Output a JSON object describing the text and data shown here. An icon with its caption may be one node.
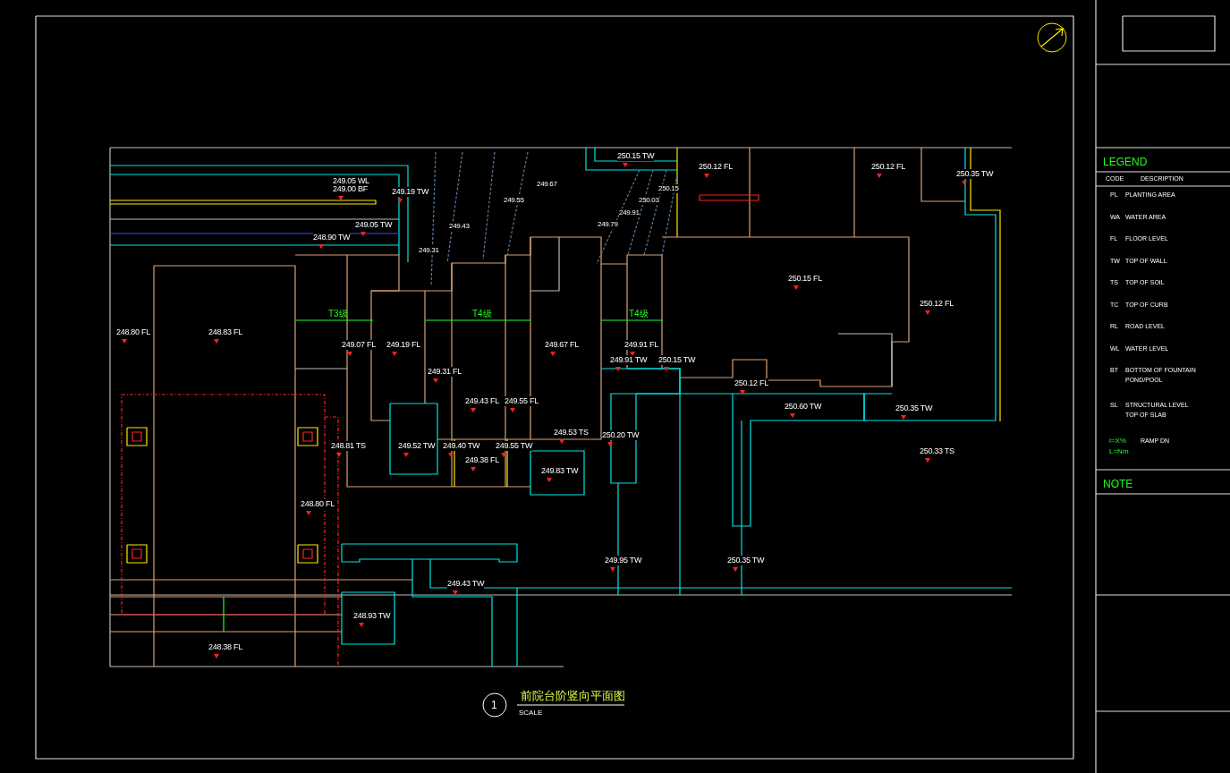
{
  "diagram": {
    "title": "前院台阶竖向平面图",
    "labels": [
      "250.15 TW",
      "250.12 FL",
      "250.12 FL",
      "250.35 TW",
      "249.05 WL",
      "249.00 BF",
      "249.19 TW",
      "249.67",
      "249.55",
      "250.15",
      "250.03",
      "249.91",
      "249.05 TW",
      "249.43",
      "249.79",
      "248.90 TW",
      "249.31",
      "T3级",
      "T4级",
      "T4级",
      "250.15 FL",
      "250.12 FL",
      "248.80 FL",
      "248.83 FL",
      "249.07 FL",
      "249.19 FL",
      "249.67 FL",
      "249.91 FL",
      "249.91 TW",
      "250.15 TW",
      "249.31 FL",
      "250.12 FL",
      "249.43 FL",
      "249.55 FL",
      "250.60 TW",
      "250.35 TW",
      "249.53 TS",
      "250.20 TW",
      "248.81 TS",
      "249.52 TW",
      "249.40 TW",
      "249.55 TW",
      "250.33 TS",
      "249.38 FL",
      "249.83 TW",
      "248.80 FL",
      "249.95 TW",
      "250.35 TW",
      "249.43 TW",
      "248.93 TW",
      "248.38 FL",
      "1",
      "SCALE",
      "LEGEND",
      "CODE",
      "DESCRIPTION",
      "PL",
      "PLANTING AREA",
      "WA",
      "WATER AREA",
      "FL",
      "FLOOR LEVEL",
      "TW",
      "TOP OF WALL",
      "TS",
      "TOP OF SOIL",
      "TC",
      "TOP OF CURB",
      "RL",
      "ROAD LEVEL",
      "WL",
      "WATER LEVEL",
      "BT",
      "BOTTOM OF FOUNTAIN",
      "POND/POOL",
      "SL",
      "STRUCTURAL LEVEL",
      "TOP OF SLAB",
      "i=X%",
      "RAMP DN",
      "L=Nm",
      "NOTE"
    ]
  }
}
